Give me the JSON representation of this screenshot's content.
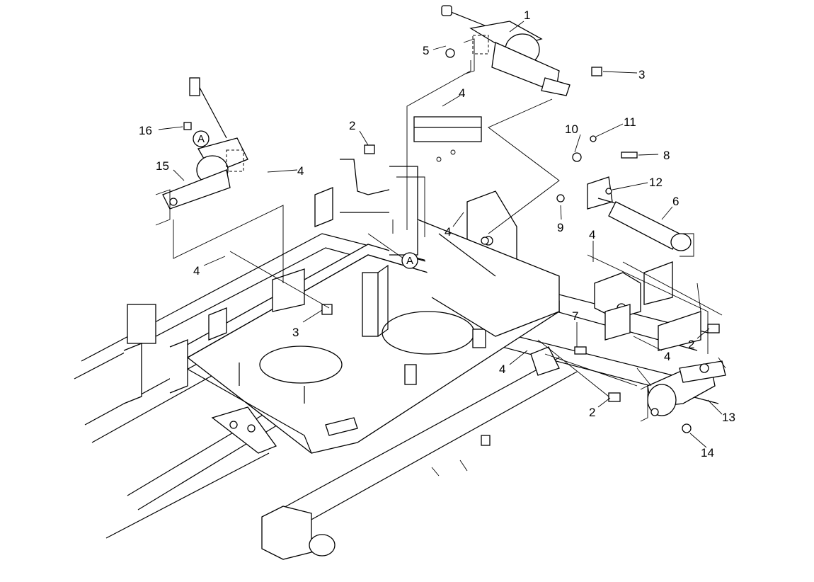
{
  "callouts": [
    "1",
    "2",
    "2",
    "2",
    "3",
    "3",
    "4",
    "4",
    "4",
    "4",
    "4",
    "4",
    "4",
    "5",
    "6",
    "7",
    "8",
    "9",
    "10",
    "11",
    "12",
    "13",
    "14",
    "15",
    "16"
  ],
  "reference_marks": [
    "A",
    "A"
  ]
}
